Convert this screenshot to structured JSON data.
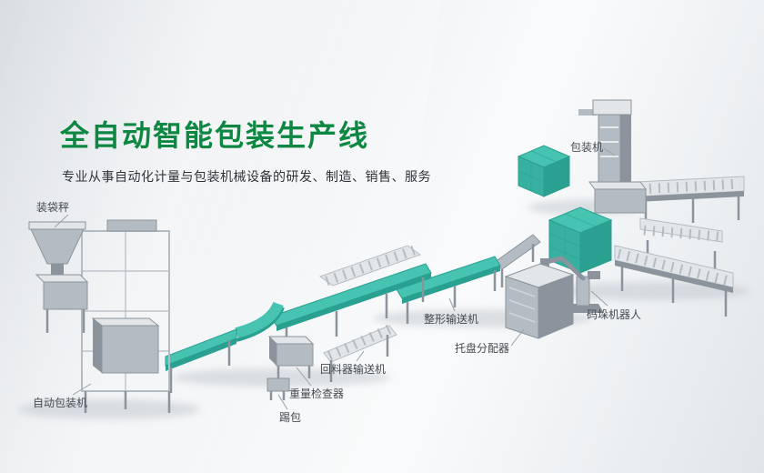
{
  "hero": {
    "title": "全自动智能包装生产线",
    "subtitle": "专业从事自动化计量与包装机械设备的研发、制造、销售、服务"
  },
  "labels": {
    "bagging_scale": "装袋秤",
    "packaging_machine": "包装机",
    "shaping_conveyor": "整形输送机",
    "palletizing_robot": "码垛机器人",
    "pallet_distributor": "托盘分配器",
    "return_feeder_conveyor": "回料器输送机",
    "weight_checker": "重量检查器",
    "kick_bag": "踢包",
    "auto_packaging_machine": "自动包装机"
  },
  "colors": {
    "title_green": "#0e8742",
    "subtitle_dark": "#2f3338",
    "label_text": "#454b51",
    "accent_teal": "#47c3b2",
    "accent_teal_mid": "#37b0a0",
    "accent_teal_dark": "#2aa090",
    "machine_light": "#e2e6e9",
    "machine_mid": "#b4bcc3",
    "machine_dark": "#8b949c",
    "leader_line": "#98a1a8"
  }
}
